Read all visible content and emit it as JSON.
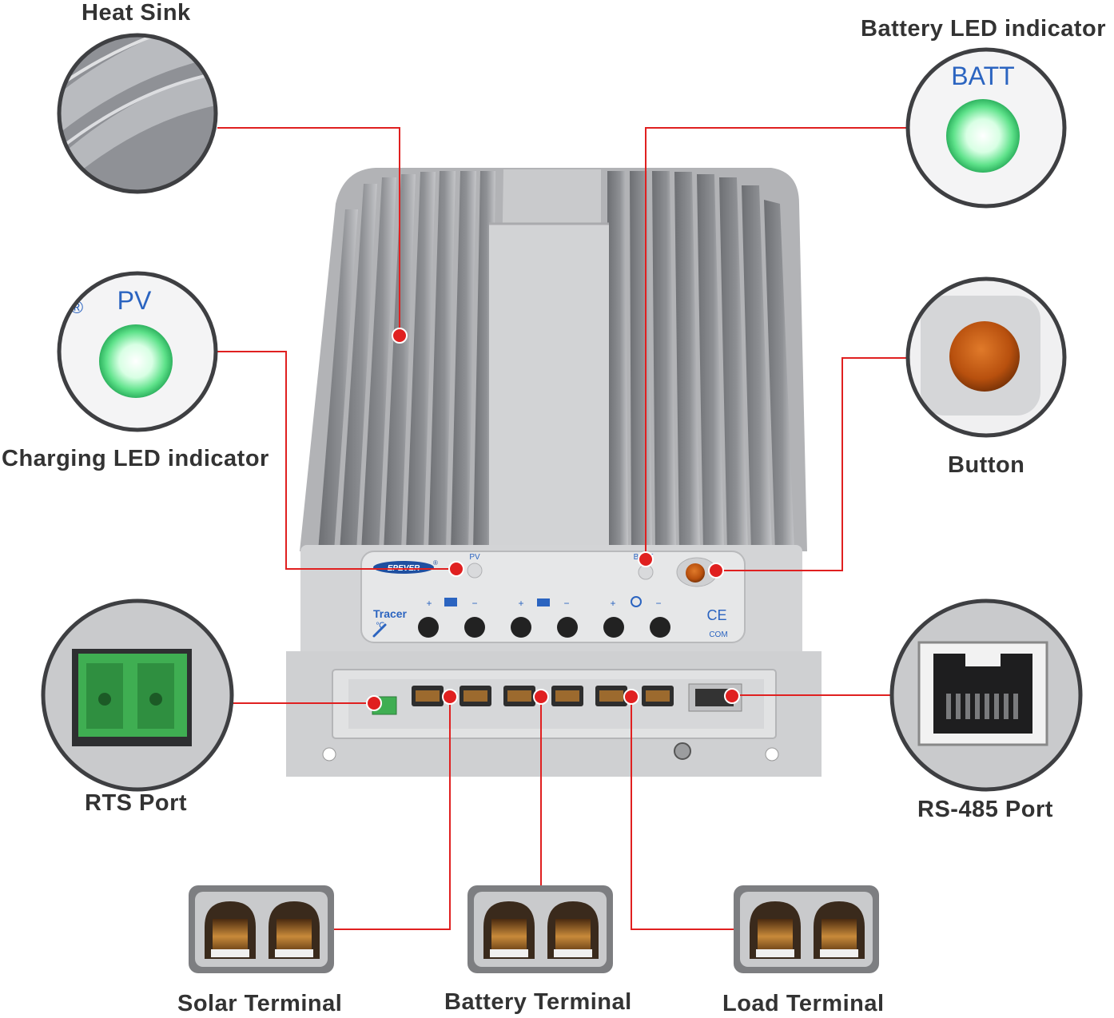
{
  "colors": {
    "leader": "#e02020",
    "label": "#333333",
    "housing": "#cfd0d2",
    "fins": "#8a8c90",
    "led_green": "#39d86a",
    "button": "#c85a10",
    "connector_green": "#3fae52",
    "copper": "#b8752a"
  },
  "labels": {
    "heat_sink": "Heat Sink",
    "battery_led": "Battery LED indicator",
    "charging_led": "Charging LED indicator",
    "button": "Button",
    "rts_port": "RTS Port",
    "rs485_port": "RS-485 Port",
    "solar_terminal": "Solar Terminal",
    "battery_terminal": "Battery Terminal",
    "load_terminal": "Load Terminal"
  },
  "device_text": {
    "pv_big": "PV",
    "batt_big": "BATT",
    "reg_mark": "®",
    "brand": "EPEVER",
    "model": "Tracer",
    "pv_small": "PV",
    "batt_small": "BATT",
    "ce": "CE",
    "com": "COM",
    "temp": "℃",
    "plus": "+",
    "minus": "−"
  }
}
